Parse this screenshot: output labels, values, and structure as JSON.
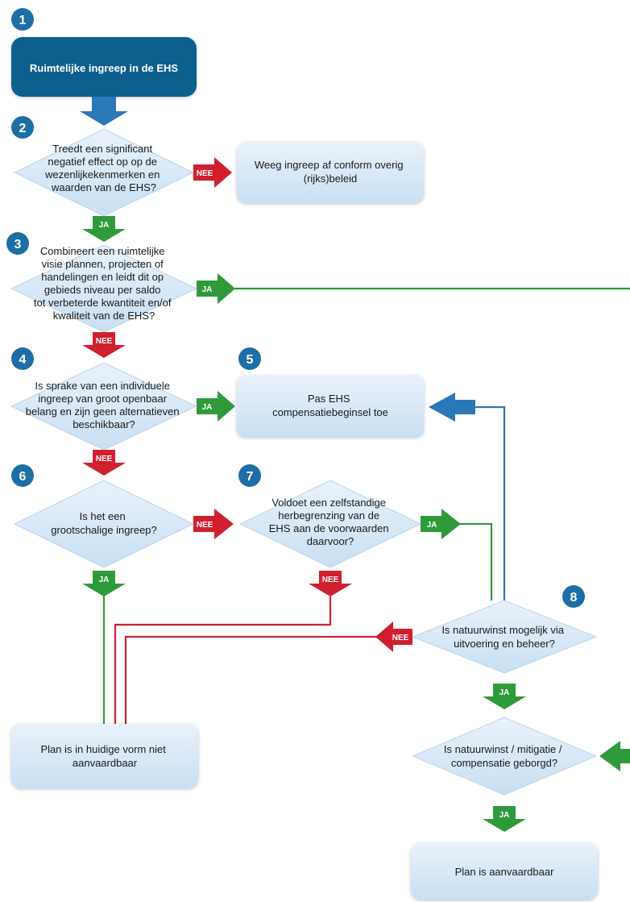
{
  "colors": {
    "step_circle": "#1c6ea4",
    "start_box": "#0f5f8e",
    "blue_arrow": "#2b78b8",
    "node_fill": "#d7e7f6",
    "nee_red": "#d0202e",
    "ja_green": "#2f9a3a"
  },
  "steps": {
    "n1": "1",
    "n2": "2",
    "n3": "3",
    "n4": "4",
    "n5": "5",
    "n6": "6",
    "n7": "7",
    "n8": "8"
  },
  "nodes": {
    "start": "Ruimtelijke ingreep in de EHS",
    "q2": [
      "Treedt een significant",
      "negatief effect op op de",
      "wezenlijkekenmerken en",
      "waarden van de EHS?"
    ],
    "r2": [
      "Weeg ingreep af conform overig",
      "(rijks)beleid"
    ],
    "q3": [
      "Combineert een ruimtelijke",
      "visie plannen, projecten of",
      "handelingen en leidt dit op",
      "gebieds niveau per saldo",
      "tot verbeterde kwantiteit en/of",
      "kwaliteit van de EHS?"
    ],
    "q4": [
      "Is sprake van een individuele",
      "ingreep van groot openbaar",
      "belang en zijn geen alternatieven",
      "beschikbaar?"
    ],
    "r5": [
      "Pas EHS",
      "compensatiebeginsel toe"
    ],
    "q6": [
      "Is het een",
      "grootschalige ingreep?"
    ],
    "q7": [
      "Voldoet een zelfstandige",
      "herbegrenzing van de",
      "EHS aan de voorwaarden",
      "daarvoor?"
    ],
    "q8": [
      "Is natuurwinst mogelijk via",
      "uitvoering en beheer?"
    ],
    "q9": [
      "Is natuurwinst / mitigatie /",
      "compensatie geborgd?"
    ],
    "reject": [
      "Plan is in huidige vorm niet",
      "aanvaardbaar"
    ],
    "accept": "Plan is aanvaardbaar"
  },
  "tags": {
    "nee": "NEE",
    "ja": "JA"
  }
}
